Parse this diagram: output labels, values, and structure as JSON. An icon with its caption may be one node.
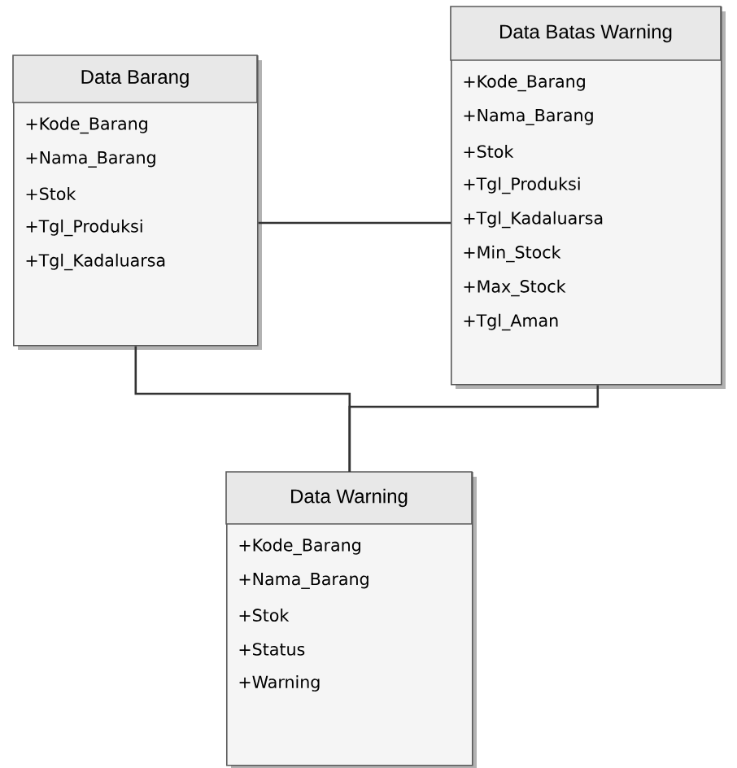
{
  "diagram": {
    "nodes": [
      {
        "text": [
          "Data Barang",
          "+Kode_Barang",
          "+Nama_Barang",
          "+Stok",
          "+Tgl_Produksi",
          "+Tgl_Kadaluarsa"
        ]
      },
      {
        "text": [
          "Data Batas Warning",
          "+Kode_Barang",
          "+Nama_Barang",
          "+Stok",
          "+Tgl_Produksi",
          "+Tgl_Kadaluarsa",
          "+Min_Stock",
          "+Max_Stock",
          "+Tgl_Aman"
        ]
      },
      {
        "text": [
          "Data Warning",
          "+Kode_Barang",
          "+Nama_Barang",
          "+Stok",
          "+Status",
          "+Warning"
        ]
      }
    ],
    "edges": [
      {
        "from": 0,
        "to": 1,
        "arrow": "none"
      },
      {
        "from": 0,
        "to": 2,
        "arrow": "none"
      },
      {
        "from": 1,
        "to": 2,
        "arrow": "none"
      }
    ]
  }
}
